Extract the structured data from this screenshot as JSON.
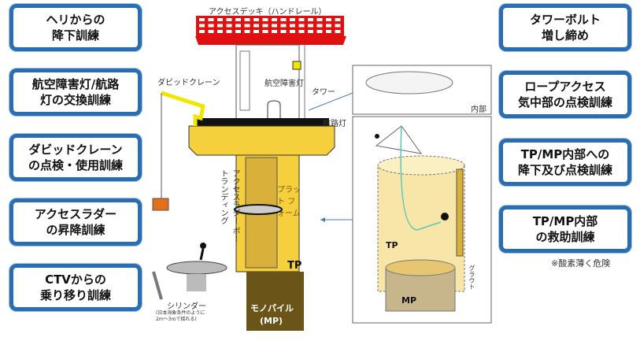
{
  "left_boxes": [
    {
      "line1": "ヘリからの",
      "line2": "降下訓練"
    },
    {
      "line1": "航空障害灯/航路",
      "line2": "灯の交換訓練"
    },
    {
      "line1": "ダビッドクレーン",
      "line2": "の点検・使用訓練"
    },
    {
      "line1": "アクセスラダー",
      "line2": "の昇降訓練"
    },
    {
      "line1": "CTVからの",
      "line2": "乗り移り訓練"
    }
  ],
  "right_boxes": [
    {
      "line1": "タワーボルト",
      "line2": "増し締め"
    },
    {
      "line1": "ロープアクセス",
      "line2": "気中部の点検訓練"
    },
    {
      "line1": "TP/MP内部への",
      "line2": "降下及び点検訓練"
    },
    {
      "line1": "TP/MP内部",
      "line2": "の救助訓練"
    }
  ],
  "note": "※酸素薄く危険",
  "labels": {
    "deck": "アクセスデッキ（ハンドレール）",
    "crane": "ダビッドクレーン",
    "aviation_light": "航空障害灯",
    "tower": "タワー",
    "nav_light": "航路灯",
    "boat_landing": "アクセスラダー ボートランディング",
    "platform": "プラット フォーム",
    "tp": "TP",
    "monopile": "モノパイル",
    "mp_paren": "(MP)",
    "cylinder": "シリンダー",
    "cylinder_note": "(日本海象条件のように 2m〜3mで揺れる)",
    "inside": "内部",
    "tp_inner": "TP",
    "mp_inner": "MP",
    "grout": "グラウト"
  },
  "colors": {
    "box_border": "#2a6db3",
    "tp": "#f5cf3c",
    "mp": "#6b5418",
    "deck": "#e01010"
  }
}
